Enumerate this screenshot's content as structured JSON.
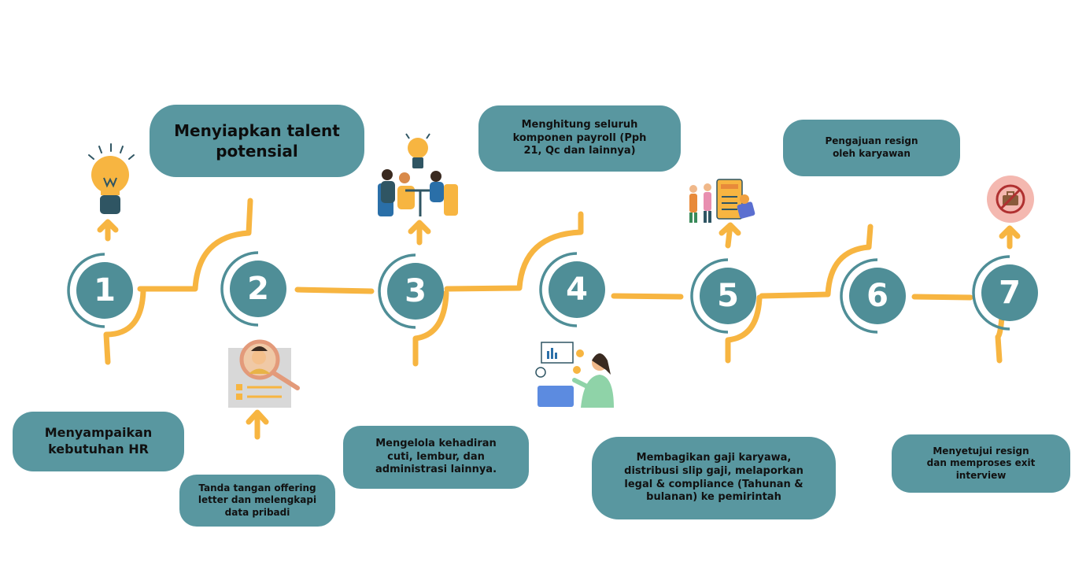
{
  "steps": [
    {
      "number": "1",
      "text": "Menyampaikan kebutuhan HR"
    },
    {
      "number": "2",
      "text": "Menyiapkan talent potensial",
      "sub": "Tanda tangan offering letter dan melengkapi data pribadi"
    },
    {
      "number": "3",
      "text": "Mengelola kehadiran cuti, lembur, dan administrasi lainnya."
    },
    {
      "number": "4",
      "text": "Menghitung seluruh komponen payroll (Pph 21, Qc dan lainnya)"
    },
    {
      "number": "5",
      "text": "Membagikan gaji karyawa, distribusi slip gaji, melaporkan legal & compliance (Tahunan & bulanan) ke pemirintah"
    },
    {
      "number": "6",
      "text": "Pengajuan resign oleh karyawan"
    },
    {
      "number": "7",
      "text": "Menyetujui resign dan memproses exit interview"
    }
  ],
  "icons": [
    "lightbulb-icon",
    "candidate-search-icon",
    "team-meeting-icon",
    "analyst-laptop-icon",
    "tax-document-icon",
    "briefcase-cancel-icon"
  ],
  "colors": {
    "card": "#5997a0",
    "circle": "#4f8e97",
    "connector": "#f7b541",
    "arrow": "#f7b541"
  }
}
